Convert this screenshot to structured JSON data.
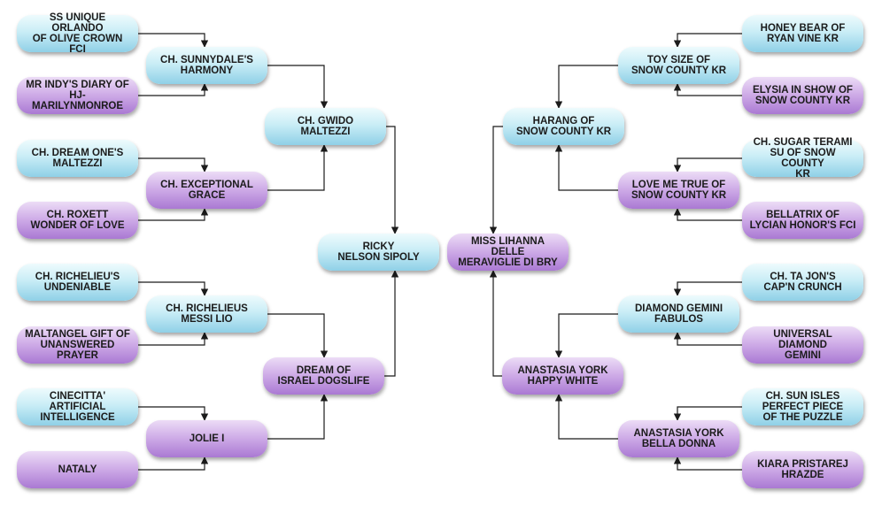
{
  "colors": {
    "male": "#a6dbed",
    "female": "#c49ce2",
    "line": "#1b1b1b"
  },
  "pedigree": {
    "left": {
      "gen0": {
        "name": "RICKY\nNELSON SIPOLY",
        "sex": "male"
      },
      "gen1": [
        {
          "name": "CH. GWIDO\nMALTEZZI",
          "sex": "male"
        },
        {
          "name": "DREAM OF\nISRAEL DOGSLIFE",
          "sex": "female"
        }
      ],
      "gen2": [
        {
          "name": "CH. SUNNYDALE'S\nHARMONY",
          "sex": "male"
        },
        {
          "name": "CH. EXCEPTIONAL\nGRACE",
          "sex": "female"
        },
        {
          "name": "CH. RICHELIEUS\nMESSI LIO",
          "sex": "male"
        },
        {
          "name": "JOLIE I",
          "sex": "female"
        }
      ],
      "gen3": [
        {
          "name": "SS UNIQUE ORLANDO\nOF OLIVE CROWN FCI",
          "sex": "male"
        },
        {
          "name": "MR INDY'S DIARY OF\nHJ-MARILYNMONROE",
          "sex": "female"
        },
        {
          "name": "CH. DREAM ONE'S\nMALTEZZI",
          "sex": "male"
        },
        {
          "name": "CH. ROXETT\nWONDER OF LOVE",
          "sex": "female"
        },
        {
          "name": "CH. RICHELIEU'S\nUNDENIABLE",
          "sex": "male"
        },
        {
          "name": "MALTANGEL GIFT OF\nUNANSWERED\nPRAYER",
          "sex": "female"
        },
        {
          "name": "CINECITTA'\nARTIFICIAL\nINTELLIGENCE",
          "sex": "male"
        },
        {
          "name": "NATALY",
          "sex": "female"
        }
      ]
    },
    "right": {
      "gen0": {
        "name": "MISS LIHANNA DELLE\nMERAVIGLIE DI BRY",
        "sex": "female"
      },
      "gen1": [
        {
          "name": "HARANG OF\nSNOW COUNTY KR",
          "sex": "male"
        },
        {
          "name": "ANASTASIA YORK\nHAPPY WHITE",
          "sex": "female"
        }
      ],
      "gen2": [
        {
          "name": "TOY SIZE OF\nSNOW COUNTY KR",
          "sex": "male"
        },
        {
          "name": "LOVE ME TRUE OF\nSNOW COUNTY KR",
          "sex": "female"
        },
        {
          "name": "DIAMOND GEMINI\nFABULOS",
          "sex": "male"
        },
        {
          "name": "ANASTASIA YORK\nBELLA DONNA",
          "sex": "female"
        }
      ],
      "gen3": [
        {
          "name": "HONEY BEAR OF\nRYAN VINE KR",
          "sex": "male"
        },
        {
          "name": "ELYSIA IN SHOW OF\nSNOW COUNTY KR",
          "sex": "female"
        },
        {
          "name": "CH. SUGAR TERAMI\nSU OF SNOW COUNTY\nKR",
          "sex": "male"
        },
        {
          "name": "BELLATRIX OF\nLYCIAN HONOR'S FCI",
          "sex": "female"
        },
        {
          "name": "CH. TA JON'S\nCAP'N CRUNCH",
          "sex": "male"
        },
        {
          "name": "UNIVERSAL DIAMOND\nGEMINI",
          "sex": "female"
        },
        {
          "name": "CH. SUN ISLES\nPERFECT PIECE\nOF THE PUZZLE",
          "sex": "male"
        },
        {
          "name": "KIARA PRISTAREJ\nHRAZDE",
          "sex": "female"
        }
      ]
    }
  }
}
